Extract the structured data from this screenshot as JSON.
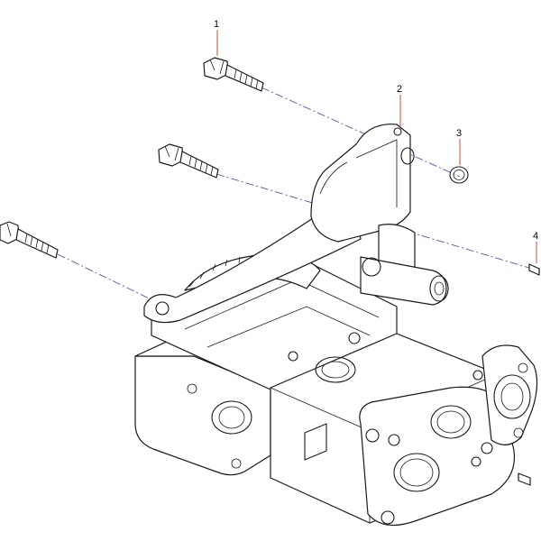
{
  "diagram": {
    "callouts": [
      {
        "id": 1,
        "label": "1"
      },
      {
        "id": 2,
        "label": "2"
      },
      {
        "id": 3,
        "label": "3"
      },
      {
        "id": 4,
        "label": "4"
      }
    ],
    "colors": {
      "leader": "#c0392b",
      "axis_dashed": "#4a5aa8",
      "outline": "#1a1a1a",
      "background": "#ffffff"
    }
  }
}
